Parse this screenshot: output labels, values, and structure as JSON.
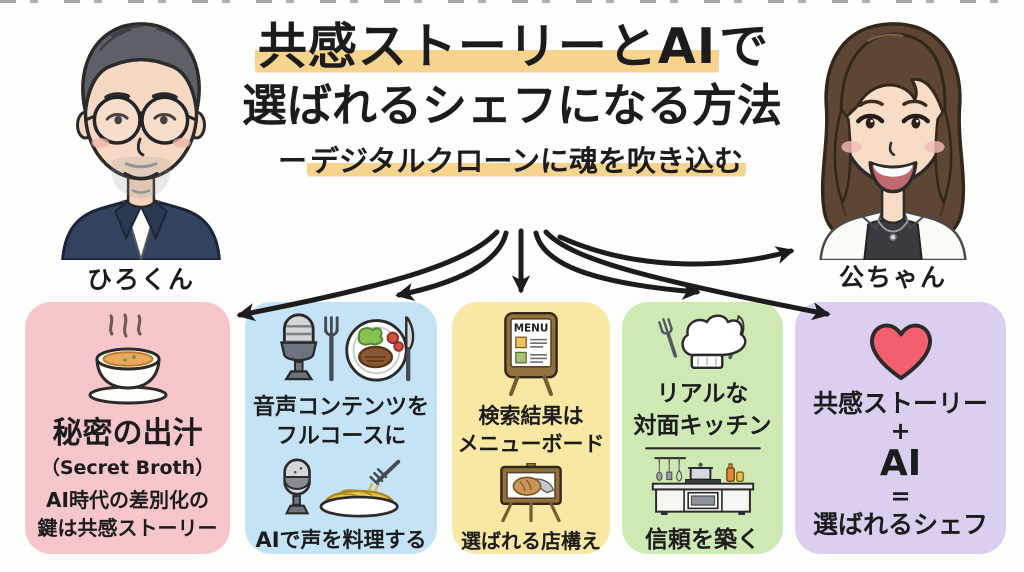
{
  "colors": {
    "background": "#fdfdfb",
    "text": "#1c1c1c",
    "title_highlight": "#f6d48e",
    "card_pink": "#f6c6ca",
    "card_blue": "#c5e3f6",
    "card_yellow": "#f9e8a3",
    "card_green": "#cfe9b4",
    "card_purple": "#dccef1",
    "heart_red": "#f2606f",
    "suit_navy": "#33425f"
  },
  "title": {
    "line1_highlighted": "共感ストーリーとAI",
    "line1_tail": "で",
    "line2": "選ばれるシェフになる方法",
    "subtitle_prefix": "ー",
    "subtitle_highlighted": "デジタルクローンに魂を吹き込む"
  },
  "people": {
    "left_name": "ひろくん",
    "right_name": "公ちゃん"
  },
  "cards": {
    "broth": {
      "icon": "soup-bowl-icon",
      "title": "秘密の出汁",
      "subtitle": "（Secret Broth）",
      "line1": "AI時代の差別化の",
      "line2": "鍵は共感ストーリー"
    },
    "audio": {
      "icon_top": "microphone-steak-plate-icon",
      "line1": "音声コンテンツを",
      "line2": "フルコースに",
      "icon_bottom": "microphone-pasta-icon",
      "caption": "AIで声を料理する"
    },
    "menu": {
      "icon_top": "menu-board-icon",
      "menu_label": "MENU",
      "line1": "検索結果は",
      "line2": "メニューボード",
      "icon_bottom": "easel-dish-icon",
      "caption": "選ばれる店構え"
    },
    "kitchen": {
      "icon_top": "chef-hat-cutlery-icon",
      "line1": "リアルな",
      "line2": "対面キッチン",
      "icon_bottom": "kitchen-counter-icon",
      "caption": "信頼を築く"
    },
    "result": {
      "icon": "heart-icon",
      "line1": "共感ストーリー",
      "plus": "+",
      "ai": "AI",
      "equals": "=",
      "line2": "選ばれるシェフ"
    }
  }
}
